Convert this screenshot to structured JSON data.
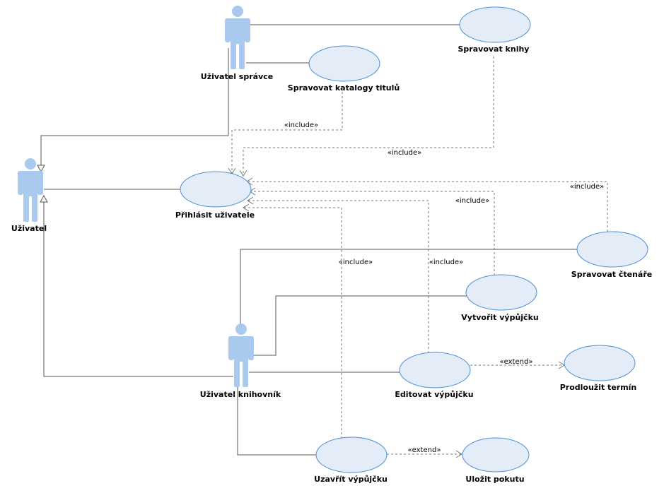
{
  "actors": {
    "spravce": "Uživatel správce",
    "uzivatel": "Uživatel",
    "knihovnik": "Uživatel knihovník"
  },
  "use_cases": {
    "spravovat_knihy": "Spravovat knihy",
    "spravovat_katalogy": "Spravovat katalogy titulů",
    "prihlasit": "Přihlásit uživatele",
    "spravovat_ctenare": "Spravovat čtenáře",
    "vytvorit_vypujcku": "Vytvořit výpůjčku",
    "editovat_vypujcku": "Editovat výpůjčku",
    "prodlouzit": "Prodloužit termín",
    "uzavrit_vypujcku": "Uzavřít výpůjčku",
    "ulozit_pokutu": "Uložit pokutu"
  },
  "stereotypes": {
    "include_katalogy": "«include»",
    "include_knihy": "«include»",
    "include_ctenare": "«include»",
    "include_vytvorit": "«include»",
    "include_editovat": "«include»",
    "include_uzavrit": "«include»",
    "extend_prodlouzit": "«extend»",
    "extend_pokuta": "«extend»"
  }
}
